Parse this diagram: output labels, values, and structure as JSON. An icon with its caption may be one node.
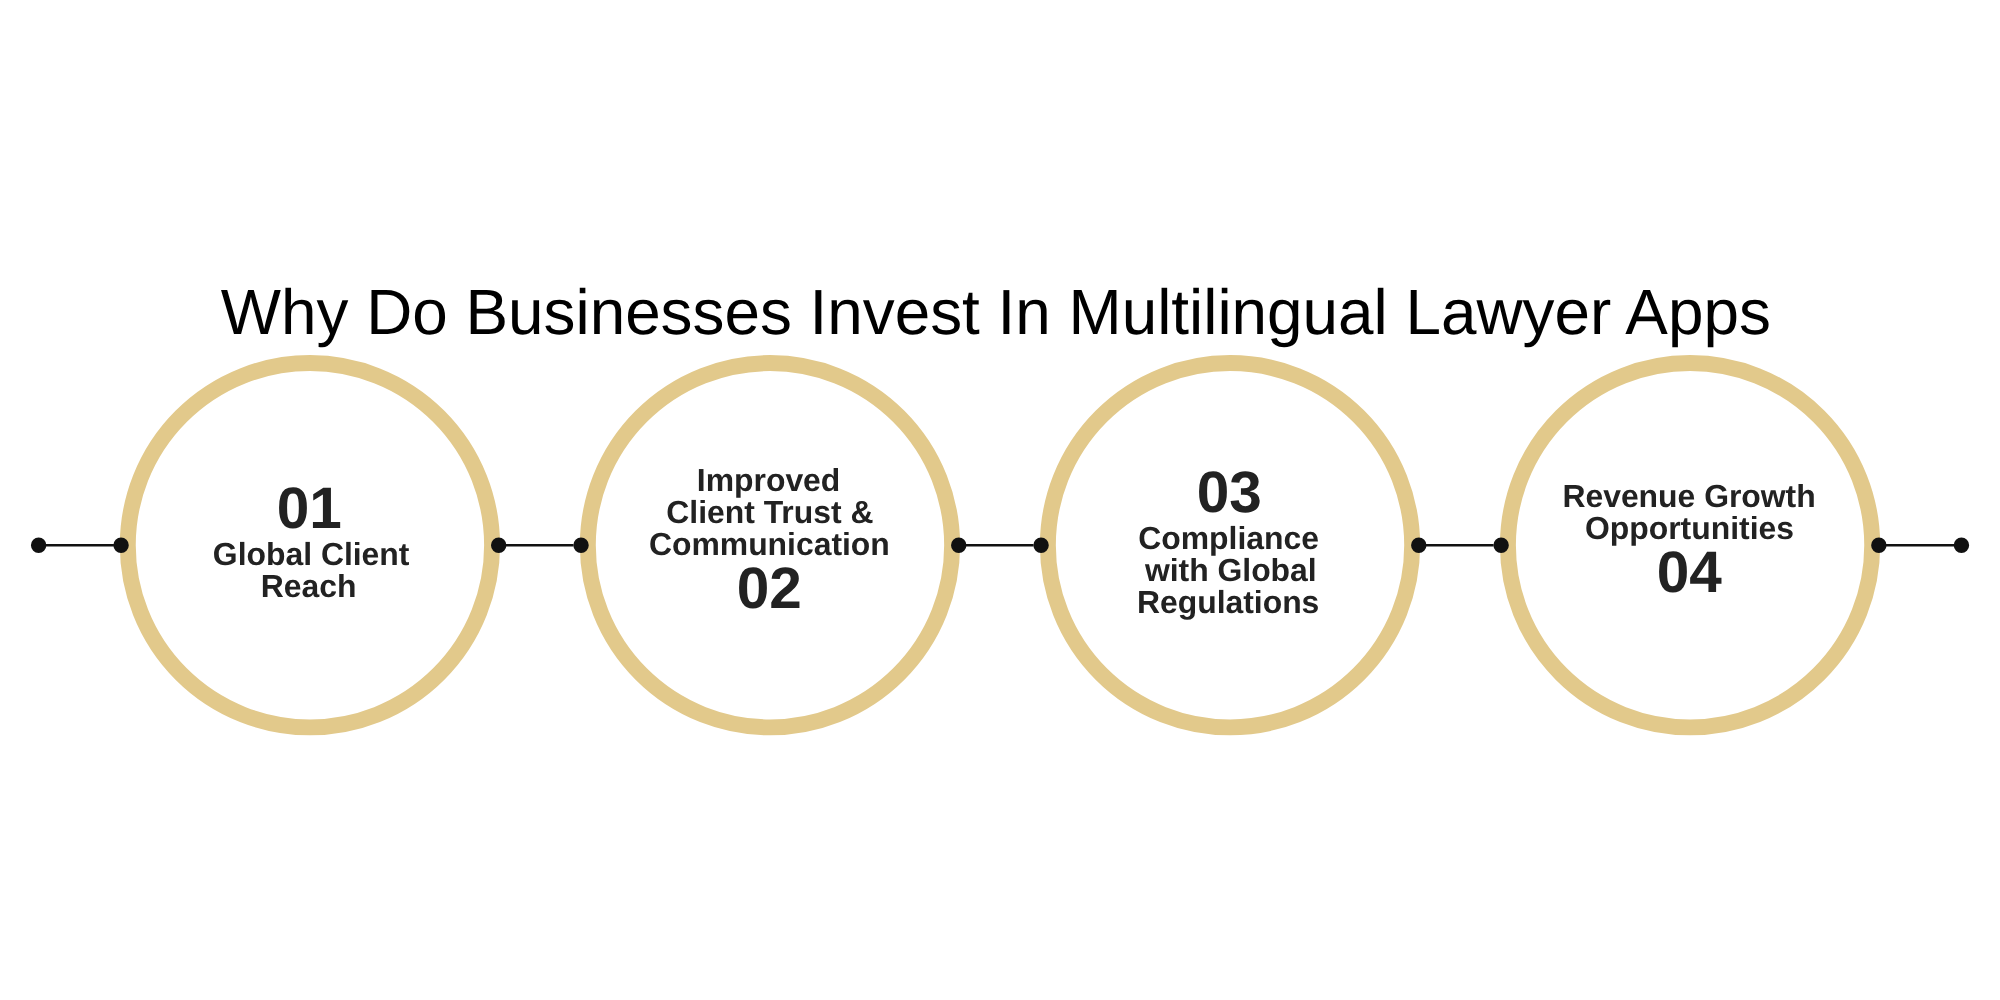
{
  "diagram": {
    "title": "Why Do Businesses Invest In Multilingual Lawyer Apps",
    "nodes": [
      {
        "text": [
          "01",
          "Global Client Reach"
        ]
      },
      {
        "text": [
          "Improved Client Trust & Communication",
          "02"
        ]
      },
      {
        "text": [
          "03",
          "Compliance with Global Regulations"
        ]
      },
      {
        "text": [
          "Revenue Growth Opportunities",
          "04"
        ]
      }
    ],
    "edges": [
      {
        "from": null,
        "to": 0,
        "arrow": "other"
      },
      {
        "from": 0,
        "to": 1,
        "arrow": "other"
      },
      {
        "from": 1,
        "to": 2,
        "arrow": "other"
      },
      {
        "from": 2,
        "to": 3,
        "arrow": "other"
      },
      {
        "from": 3,
        "to": null,
        "arrow": "other"
      }
    ]
  }
}
